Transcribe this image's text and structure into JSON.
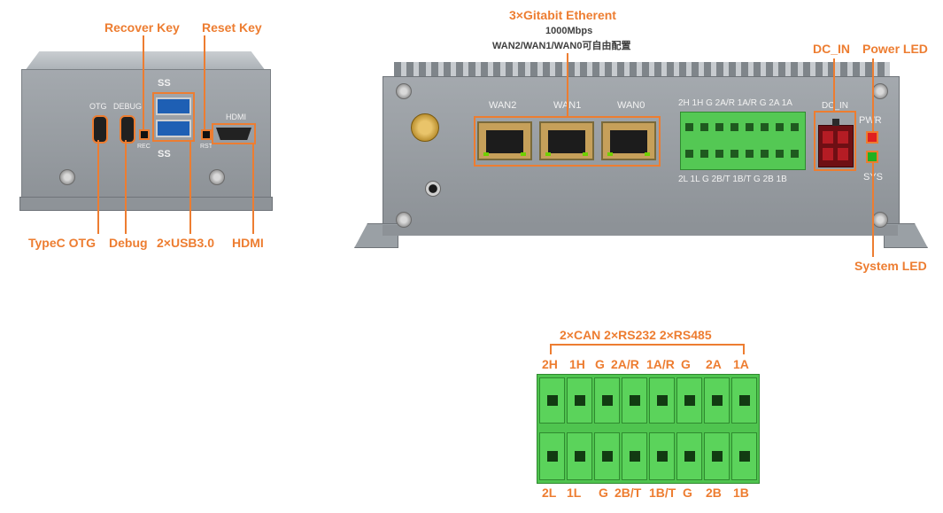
{
  "callouts": {
    "recover_key": "Recover Key",
    "reset_key": "Reset Key",
    "typec_otg": "TypeC OTG",
    "debug": "Debug",
    "usb": "2×USB3.0",
    "hdmi": "HDMI",
    "ethernet_title": "3×Gitabit Etherent",
    "ethernet_speed": "1000Mbps",
    "ethernet_config": "WAN2/WAN1/WAN0可自由配置",
    "dc_in": "DC_IN",
    "power_led": "Power LED",
    "system_led": "System LED",
    "bus_title": "2×CAN 2×RS232 2×RS485"
  },
  "front_panel": {
    "otg": "OTG",
    "debug": "DEBUG",
    "hdmi": "HDMI",
    "rec": "REC",
    "rst": "RST",
    "ss_top": "SS",
    "ss_bottom": "SS"
  },
  "rear_panel": {
    "wan": [
      "WAN2",
      "WAN1",
      "WAN0"
    ],
    "pins_top": "2H 1H G 2A/R 1A/R G 2A 1A",
    "pins_bottom": "2L 1L G 2B/T 1B/T G 2B 1B",
    "dc_in": "DC_IN",
    "pwr": "PWR",
    "sys": "SYS"
  },
  "terminal_block": {
    "top_labels": [
      "2H",
      "1H",
      "G",
      "2A/R",
      "1A/R",
      "G",
      "2A",
      "1A"
    ],
    "bottom_labels": [
      "2L",
      "1L",
      "G",
      "2B/T",
      "1B/T",
      "G",
      "2B",
      "1B"
    ]
  },
  "colors": {
    "accent": "#ed7d31",
    "terminal_green": "#5bd35b",
    "chassis": "#9aa0a5",
    "pwr_led": "#e02020",
    "sys_led": "#20b020"
  }
}
